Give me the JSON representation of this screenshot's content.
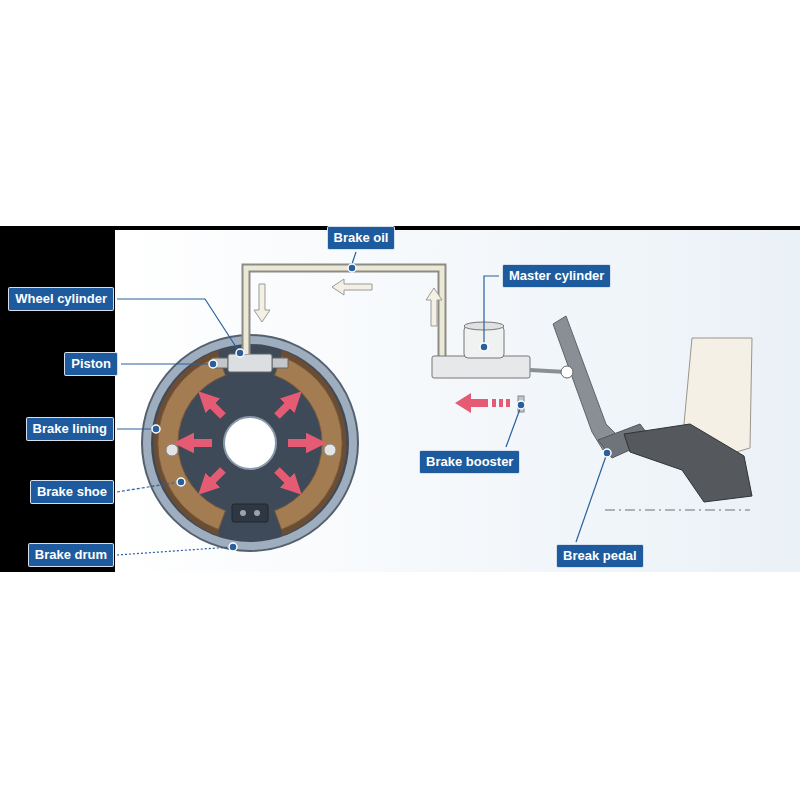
{
  "diagram": {
    "nodes": [
      {
        "text": [
          "Brake oil"
        ]
      },
      {
        "text": [
          "Master cylinder"
        ]
      },
      {
        "text": [
          "Wheel cylinder"
        ]
      },
      {
        "text": [
          "Piston"
        ]
      },
      {
        "text": [
          "Brake lining"
        ]
      },
      {
        "text": [
          "Brake booster"
        ]
      },
      {
        "text": [
          "Brake shoe"
        ]
      },
      {
        "text": [
          "Brake drum"
        ]
      },
      {
        "text": [
          "Break pedal"
        ]
      }
    ]
  }
}
